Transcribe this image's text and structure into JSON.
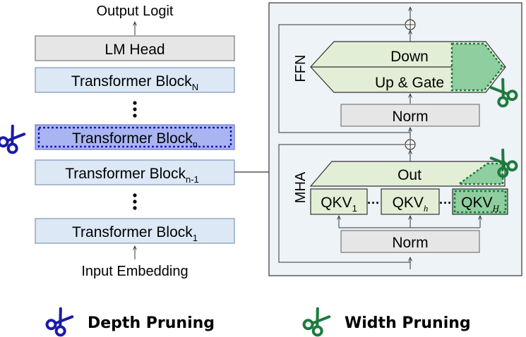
{
  "left_stack": {
    "output_label": "Output Logit",
    "lm_head": "LM Head",
    "block_top": {
      "text": "Transformer Block",
      "sub": "N"
    },
    "block_pruned": {
      "text": "Transformer Block",
      "sub": "n"
    },
    "block_prev": {
      "text": "Transformer Block",
      "sub": "n-1"
    },
    "block_first": {
      "text": "Transformer Block",
      "sub": "1"
    },
    "input_label": "Input Embedding"
  },
  "detail": {
    "ffn_label": "FFN",
    "down": "Down",
    "up_gate": "Up & Gate",
    "ffn_norm": "Norm",
    "mha_label": "MHA",
    "out": "Out",
    "qkv": [
      {
        "text": "QKV",
        "sub": "1"
      },
      {
        "text": "QKV",
        "sub": "h"
      },
      {
        "text": "QKV",
        "sub": "H"
      }
    ],
    "ellipsis": "···",
    "mha_norm": "Norm",
    "plus_symbol": "⊕"
  },
  "legend": {
    "depth": "Depth Pruning",
    "width": "Width Pruning"
  },
  "colors": {
    "depth_scissors": "#1a1aa8",
    "width_scissors": "#1e7a3e",
    "block_fill": "#dce8f5",
    "pruned_fill": "#a9b4f2",
    "head_fill": "#e6e6e6",
    "green_fill": "#e2efd6",
    "green_pruned": "#8fce9f",
    "panel_fill": "#eef3f8"
  }
}
